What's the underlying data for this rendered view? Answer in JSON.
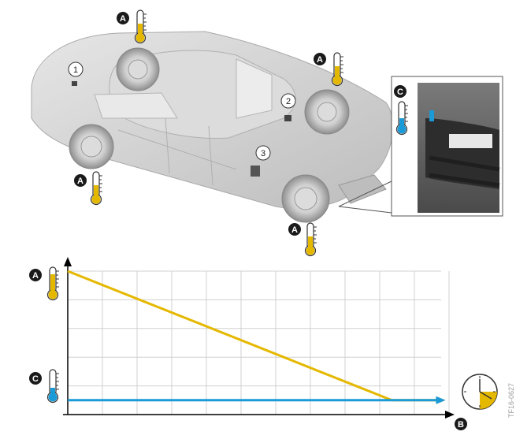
{
  "callouts": {
    "a": "A",
    "b": "B",
    "c": "C",
    "one": "1",
    "two": "2",
    "three": "3"
  },
  "reference_code": "TF16-0627",
  "icons": {
    "warm_thermometer": "thermometer-warm-icon",
    "cold_thermometer": "thermometer-cold-icon",
    "time": "clock-icon"
  },
  "colors": {
    "warm": "#e5b800",
    "cold": "#1a9ad7",
    "badge": "#1a1a1a",
    "grid": "#d0d0d0",
    "axis": "#000000",
    "car_body": "#cfcfcf"
  },
  "chart_data": {
    "type": "line",
    "series": [
      {
        "values": [
          1.0,
          0.1,
          0.1
        ]
      },
      {
        "values": [
          0.1,
          0.1
        ]
      }
    ],
    "grid": true
  }
}
